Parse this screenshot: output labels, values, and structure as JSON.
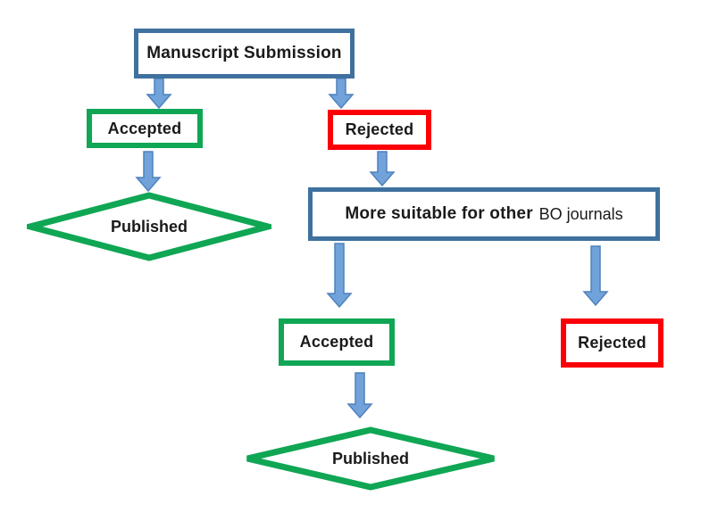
{
  "diagram": {
    "type": "flowchart",
    "topic": "Manuscript submission and review outcome flow"
  },
  "nodes": {
    "manuscript_submission": {
      "label": "Manuscript Submission",
      "shape": "rectangle",
      "border_color": "#3F719F"
    },
    "accepted_top": {
      "label": "Accepted",
      "shape": "rectangle",
      "border_color": "#0FA654"
    },
    "rejected_top": {
      "label": "Rejected",
      "shape": "rectangle",
      "border_color": "#FB0007"
    },
    "published_left": {
      "label": "Published",
      "shape": "diamond",
      "border_color": "#0FA654"
    },
    "other_journals": {
      "label_primary": "More suitable for other",
      "label_secondary": "BO journals",
      "shape": "rectangle",
      "border_color": "#3F719F"
    },
    "accepted_bottom": {
      "label": "Accepted",
      "shape": "rectangle",
      "border_color": "#0FA654"
    },
    "rejected_bottom": {
      "label": "Rejected",
      "shape": "rectangle",
      "border_color": "#FB0007"
    },
    "published_bottom": {
      "label": "Published",
      "shape": "diamond",
      "border_color": "#0FA654"
    }
  },
  "edges": [
    {
      "from": "manuscript_submission",
      "to": "accepted_top"
    },
    {
      "from": "manuscript_submission",
      "to": "rejected_top"
    },
    {
      "from": "accepted_top",
      "to": "published_left"
    },
    {
      "from": "rejected_top",
      "to": "other_journals"
    },
    {
      "from": "other_journals",
      "to": "accepted_bottom"
    },
    {
      "from": "other_journals",
      "to": "rejected_bottom"
    },
    {
      "from": "accepted_bottom",
      "to": "published_bottom"
    }
  ],
  "colors": {
    "background": "#FFFFFF",
    "box_border_blue": "#3F719F",
    "accepted_green": "#0FA654",
    "rejected_red": "#FB0007",
    "arrow_fill": "#71A3DA",
    "arrow_stroke": "#4F81BD",
    "text": "#1A1A1A"
  }
}
